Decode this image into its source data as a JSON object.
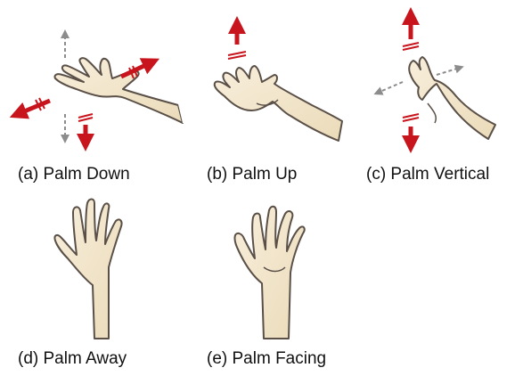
{
  "panels": [
    {
      "id": "a",
      "caption": "(a) Palm Down"
    },
    {
      "id": "b",
      "caption": "(b) Palm Up"
    },
    {
      "id": "c",
      "caption": "(c) Palm Vertical"
    },
    {
      "id": "d",
      "caption": "(d) Palm Away"
    },
    {
      "id": "e",
      "caption": "(e) Palm Facing"
    }
  ],
  "colors": {
    "skin": "#f6ead2",
    "skin_shade": "#ead9b8",
    "outline": "#5a5048",
    "primary_arrow": "#c8141c",
    "secondary_arrow": "#8c8c8c"
  }
}
